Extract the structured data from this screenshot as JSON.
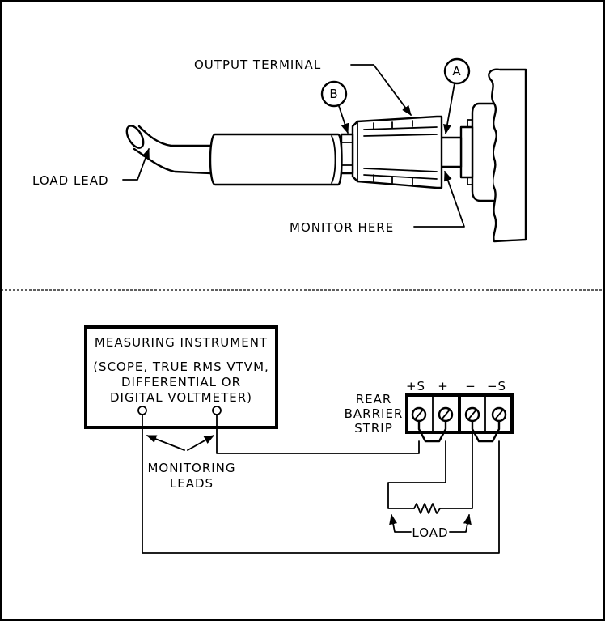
{
  "top_panel": {
    "labels": {
      "output_terminal": "OUTPUT TERMINAL",
      "callout_b": "B",
      "callout_a": "A",
      "load_lead": "LOAD LEAD",
      "monitor_here": "MONITOR HERE"
    }
  },
  "bottom_panel": {
    "instrument": {
      "title": "MEASURING INSTRUMENT",
      "line1": "(SCOPE, TRUE RMS VTVM,",
      "line2": "DIFFERENTIAL OR",
      "line3": "DIGITAL VOLTMETER)"
    },
    "barrier_strip": {
      "label_line1": "REAR",
      "label_line2": "BARRIER",
      "label_line3": "STRIP",
      "terminals": [
        "+S",
        "+",
        "−",
        "−S"
      ]
    },
    "monitoring_leads": {
      "line1": "MONITORING",
      "line2": "LEADS"
    },
    "load_label": "LOAD"
  }
}
